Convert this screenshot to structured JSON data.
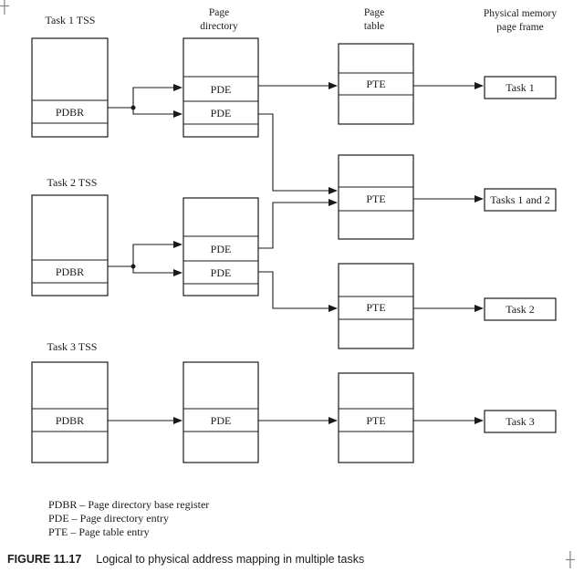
{
  "headers": {
    "tss1": "Task 1 TSS",
    "tss2": "Task 2 TSS",
    "tss3": "Task 3 TSS",
    "page_directory_1": "Page",
    "page_directory_2": "directory",
    "page_table_1": "Page",
    "page_table_2": "table",
    "physical_1": "Physical memory",
    "physical_2": "page frame"
  },
  "entries": {
    "pdbr": "PDBR",
    "pde": "PDE",
    "pte": "PTE"
  },
  "frames": {
    "task1": "Task 1",
    "tasks12": "Tasks 1 and 2",
    "task2": "Task 2",
    "task3": "Task 3"
  },
  "legend": [
    "PDBR – Page directory base register",
    "PDE – Page directory entry",
    "PTE – Page table entry"
  ],
  "caption": {
    "figure": "FIGURE 11.17",
    "text": "Logical to physical address mapping in multiple tasks"
  },
  "colors": {
    "ink": "#1a1a1a",
    "background": "#ffffff"
  }
}
